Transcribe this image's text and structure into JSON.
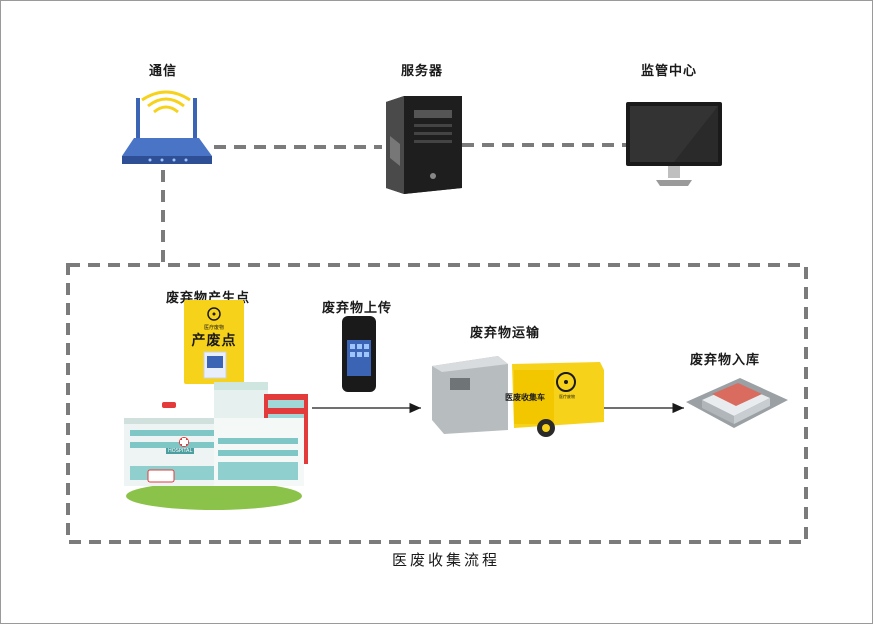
{
  "top": {
    "communication_label": "通信",
    "server_label": "服务器",
    "monitor_center_label": "监管中心"
  },
  "flow": {
    "generation_point_label": "废弃物产生点",
    "upload_label": "废弃物上传",
    "transport_label": "废弃物运输",
    "storage_label": "废弃物入库",
    "footer_label": "医废收集流程"
  },
  "signs": {
    "sign_small_text": "医疗废物",
    "sign_main_text": "产废点",
    "cart_side_text": "医废收集车",
    "cart_front_text": "医疗废物",
    "hospital_sign_text": "HOSPITAL"
  },
  "colors": {
    "dash": "#7b7b7b",
    "arrow": "#1a1a1a",
    "router_blue": "#3c64b4",
    "biohazard_yellow": "#f7d21a"
  }
}
